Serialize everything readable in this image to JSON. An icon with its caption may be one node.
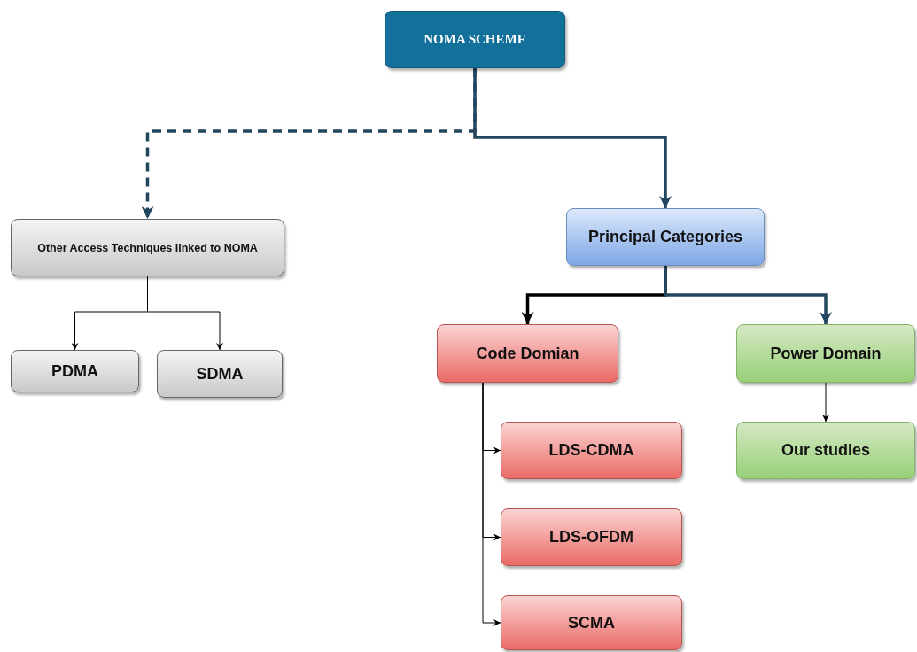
{
  "diagram": {
    "nodes": [
      {
        "text": [
          "NOMA SCHEME"
        ]
      },
      {
        "text": [
          "Other Access Techniques linked to NOMA"
        ]
      },
      {
        "text": [
          "Principal Categories"
        ]
      },
      {
        "text": [
          "PDMA"
        ]
      },
      {
        "text": [
          "SDMA"
        ]
      },
      {
        "text": [
          "Code Domian"
        ]
      },
      {
        "text": [
          "Power Domain"
        ]
      },
      {
        "text": [
          "LDS-CDMA"
        ]
      },
      {
        "text": [
          "LDS-OFDM"
        ]
      },
      {
        "text": [
          "SCMA"
        ]
      },
      {
        "text": [
          "Our studies"
        ]
      }
    ],
    "edges": [
      {
        "from": 0,
        "to": 1,
        "arrow": "to",
        "style": "dashed",
        "color": "#23465f"
      },
      {
        "from": 0,
        "to": 2,
        "arrow": "to",
        "style": "thick",
        "color": "#23465f"
      },
      {
        "from": 1,
        "to": 3,
        "arrow": "to"
      },
      {
        "from": 1,
        "to": 4,
        "arrow": "to"
      },
      {
        "from": 2,
        "to": 5,
        "arrow": "to",
        "style": "thick"
      },
      {
        "from": 2,
        "to": 6,
        "arrow": "to",
        "style": "thick",
        "color": "#23465f"
      },
      {
        "from": 5,
        "to": 7,
        "arrow": "to"
      },
      {
        "from": 5,
        "to": 8,
        "arrow": "to"
      },
      {
        "from": 5,
        "to": 9,
        "arrow": "to"
      },
      {
        "from": 6,
        "to": 10,
        "arrow": "to"
      }
    ]
  }
}
